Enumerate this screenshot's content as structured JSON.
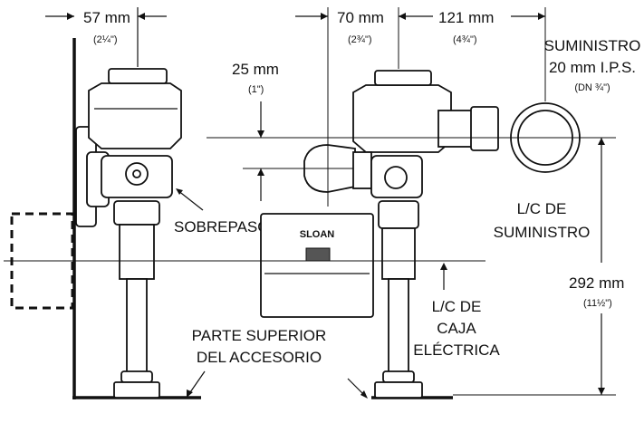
{
  "dimensions": {
    "left_offset": {
      "value": "57 mm",
      "fraction": "(2¼\")"
    },
    "center_offset": {
      "value": "70 mm",
      "fraction": "(2¾\")"
    },
    "supply_offset": {
      "value": "121 mm",
      "fraction": "(4¾\")"
    },
    "vertical_offset": {
      "value": "25 mm",
      "fraction": "(1\")"
    },
    "height": {
      "value": "292 mm",
      "fraction": "(11½\")"
    }
  },
  "labels": {
    "supply_line1": "SUMINISTRO",
    "supply_line2": "20 mm I.P.S.",
    "supply_line3": "(DN ¾\")",
    "bypass": "SOBREPASO",
    "supply_cl_line1": "L/C DE",
    "supply_cl_line2": "SUMINISTRO",
    "box_cl_line1": "L/C DE",
    "box_cl_line2": "CAJA",
    "box_cl_line3": "ELÉCTRICA",
    "fixture_top_line1": "PARTE SUPERIOR",
    "fixture_top_line2": "DEL ACCESORIO"
  },
  "brand": {
    "logo_text": "SLOAN"
  },
  "colors": {
    "line": "#111111",
    "fill": "#ffffff",
    "sensor_window": "#555555"
  }
}
